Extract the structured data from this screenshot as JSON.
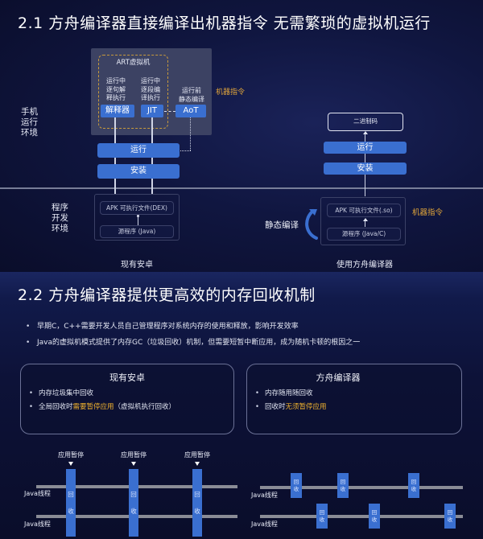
{
  "slide1": {
    "title": "2.1 方舟编译器直接编译出机器指令 无需繁琐的虚拟机运行",
    "env_labels": {
      "phone": "手机\n运行\n环境",
      "dev": "程序\n开发\n环境"
    },
    "current_android": {
      "vm_title": "ART虚拟机",
      "interpreter_desc": "运行中\n逐句解\n释执行",
      "jit_desc": "运行中\n逐段编\n译执行",
      "aot_desc": "运行前\n静态编译",
      "interpreter_label": "解释器",
      "jit_label": "JIT",
      "aot_label": "AoT",
      "machine_code_label": "机器指令",
      "run_label": "运行",
      "install_label": "安装",
      "apk_label": "APK 可执行文件(DEX)",
      "source_label": "源程序 (Java)",
      "caption": "现有安卓"
    },
    "ark_compiler": {
      "binary_label": "二进制码",
      "run_label": "运行",
      "install_label": "安装",
      "apk_label": "APK 可执行文件(.so)",
      "source_label": "源程序 (Java/C)",
      "machine_code_label": "机器指令",
      "static_compile_label": "静态编译",
      "caption": "使用方舟编译器"
    }
  },
  "slide2": {
    "title": "2.2 方舟编译器提供更高效的内存回收机制",
    "bullets": [
      "早期C，C++需要开发人员自己管理程序对系统内存的使用和释放，影响开发效率",
      "Java的虚拟机模式提供了内存GC（垃圾回收）机制，但需要短暂中断应用，成为随机卡顿的根因之一"
    ],
    "left_panel": {
      "title": "现有安卓",
      "items": [
        {
          "text": "内存垃圾集中回收",
          "highlight": "",
          "suffix": ""
        },
        {
          "text": "全局回收时",
          "highlight": "需要暂停应用",
          "suffix": "（虚拟机执行回收）"
        }
      ]
    },
    "right_panel": {
      "title": "方舟编译器",
      "items": [
        {
          "text": "内存随用随回收",
          "highlight": "",
          "suffix": ""
        },
        {
          "text": "回收时",
          "highlight": "无须暂停应用",
          "suffix": ""
        }
      ]
    },
    "left_timeline": {
      "pause_label": "应用暂停",
      "thread_label": "Java线程",
      "gc_top": "回",
      "gc_bottom": "收"
    },
    "right_timeline": {
      "thread_label": "Java线程",
      "gc_top": "回",
      "gc_bottom": "收"
    }
  },
  "colors": {
    "background": "#0b0f2e",
    "accent_blue": "#3a6fd0",
    "highlight_orange": "#e2a63a",
    "gray_box": "#3c4263"
  }
}
